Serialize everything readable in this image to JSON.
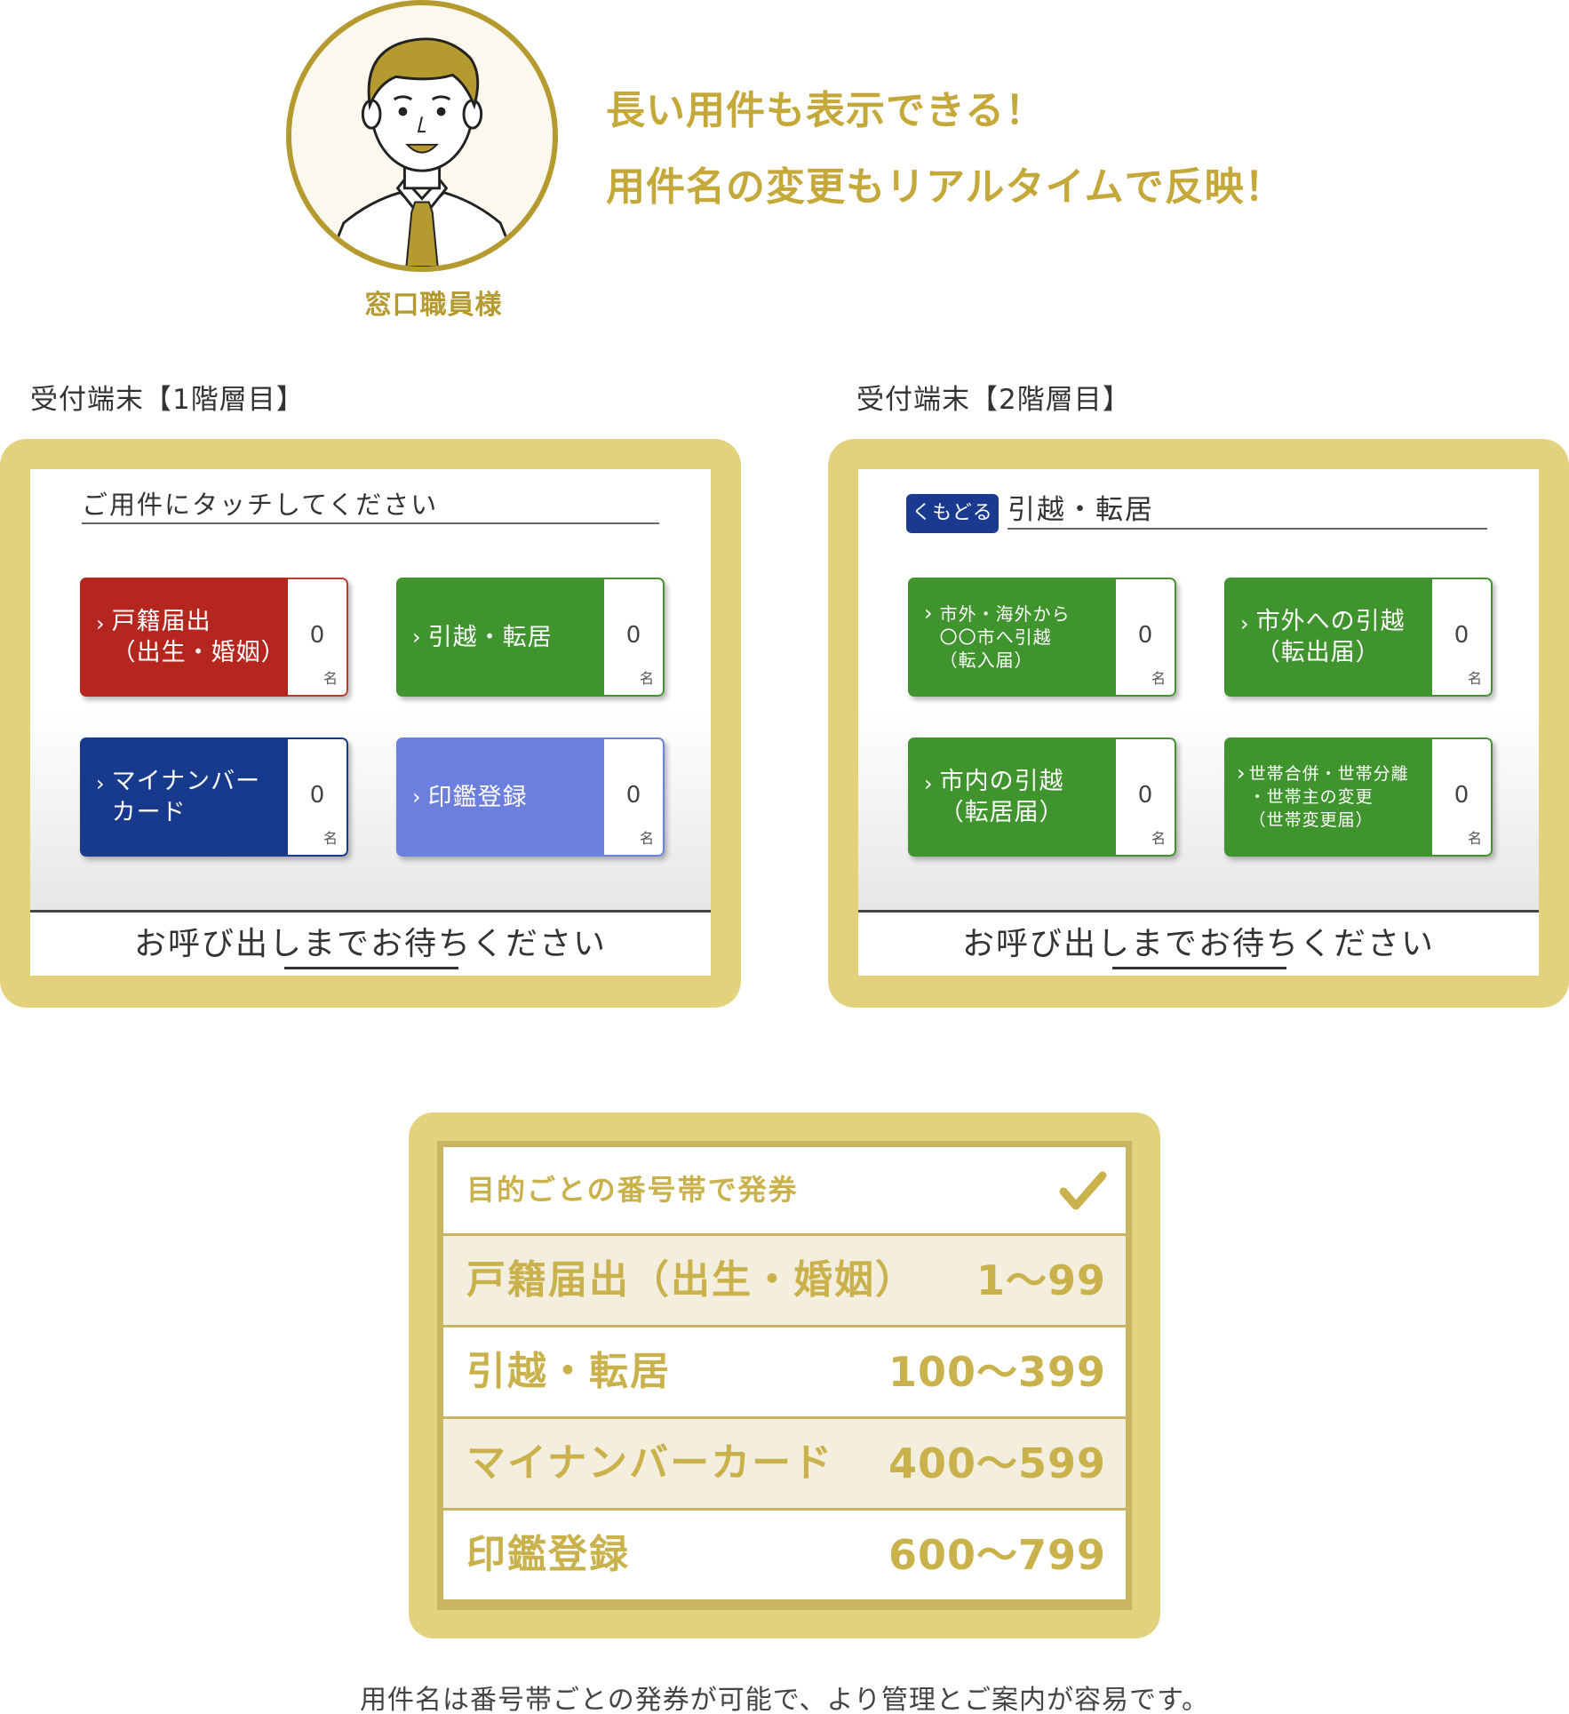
{
  "avatar": {
    "label": "窓口職員様",
    "icon": "staff-illustration"
  },
  "headline": {
    "line1": "長い用件も表示できる！",
    "line2": "用件名の変更もリアルタイムで反映！"
  },
  "terminals": [
    {
      "caption": "受付端末【1階層目】",
      "header": "ご用件にタッチしてください",
      "buttons": [
        {
          "label": "戸籍届出\n（出生・婚姻）",
          "count": "0",
          "unit": "名",
          "color": "#b5261e",
          "border": "#c0392b"
        },
        {
          "label": "引越・転居",
          "count": "0",
          "unit": "名",
          "color": "#3f942d",
          "border": "#3f942d"
        },
        {
          "label": "マイナンバー\nカード",
          "count": "0",
          "unit": "名",
          "color": "#173a8c",
          "border": "#173a8c"
        },
        {
          "label": "印鑑登録",
          "count": "0",
          "unit": "名",
          "color": "#6d7fdc",
          "border": "#6d7fdc"
        }
      ],
      "footer": "お呼び出しまでお待ちください"
    },
    {
      "caption": "受付端末【2階層目】",
      "back": "くもどる",
      "header": "引越・転居",
      "buttons": [
        {
          "label": "市外・海外から\n〇〇市へ引越\n（転入届）",
          "count": "0",
          "unit": "名",
          "color": "#3f942d",
          "border": "#3f942d",
          "small": true
        },
        {
          "label": "市外への引越\n（転出届）",
          "count": "0",
          "unit": "名",
          "color": "#3f942d",
          "border": "#3f942d"
        },
        {
          "label": "市内の引越\n（転居届）",
          "count": "0",
          "unit": "名",
          "color": "#3f942d",
          "border": "#3f942d"
        },
        {
          "label": "世帯合併・世帯分離\n・世帯主の変更\n（世帯変更届）",
          "count": "0",
          "unit": "名",
          "color": "#3f942d",
          "border": "#3f942d",
          "small": true
        }
      ],
      "footer": "お呼び出しまでお待ちください"
    }
  ],
  "band_table": {
    "title": "目的ごとの番号帯で発券",
    "check_icon": "check-icon",
    "rows": [
      {
        "name": "戸籍届出（出生・婚姻）",
        "range": "1〜99"
      },
      {
        "name": "引越・転居",
        "range": "100〜399"
      },
      {
        "name": "マイナンバーカード",
        "range": "400〜599"
      },
      {
        "name": "印鑑登録",
        "range": "600〜799"
      }
    ]
  },
  "note": "用件名は番号帯ごとの発券が可能で、より管理とご案内が容易です。"
}
